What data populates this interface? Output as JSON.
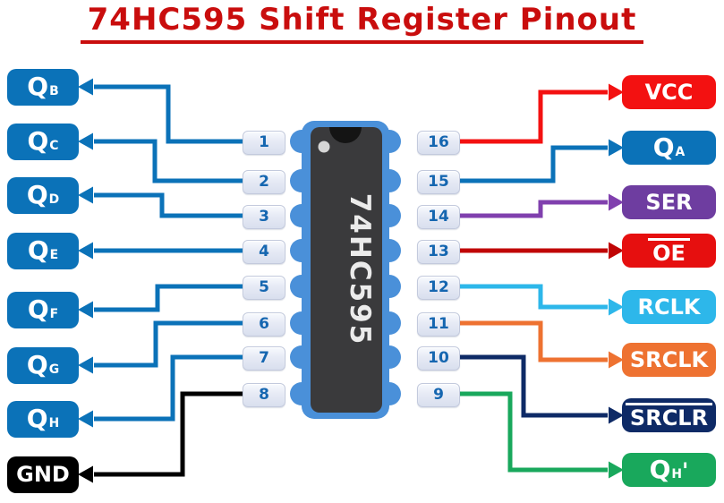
{
  "title": {
    "text": "74HC595 Shift Register Pinout",
    "color": "#c90d0d"
  },
  "chip": {
    "label": "74HC595",
    "outline_color": "#4a90d9",
    "body_color": "#3a3a3c",
    "notch_color": "#141414",
    "dot_color": "#d6d6d6",
    "label_color": "#ebebeb"
  },
  "pins": {
    "number_color": "#1566b0"
  },
  "left_signals": [
    {
      "pin": "1",
      "name": "Q",
      "sub": "B",
      "box_color": "#0b72b8",
      "wire_color": "#0b72b8"
    },
    {
      "pin": "2",
      "name": "Q",
      "sub": "C",
      "box_color": "#0b72b8",
      "wire_color": "#0b72b8"
    },
    {
      "pin": "3",
      "name": "Q",
      "sub": "D",
      "box_color": "#0b72b8",
      "wire_color": "#0b72b8"
    },
    {
      "pin": "4",
      "name": "Q",
      "sub": "E",
      "box_color": "#0b72b8",
      "wire_color": "#0b72b8"
    },
    {
      "pin": "5",
      "name": "Q",
      "sub": "F",
      "box_color": "#0b72b8",
      "wire_color": "#0b72b8"
    },
    {
      "pin": "6",
      "name": "Q",
      "sub": "G",
      "box_color": "#0b72b8",
      "wire_color": "#0b72b8"
    },
    {
      "pin": "7",
      "name": "Q",
      "sub": "H",
      "box_color": "#0b72b8",
      "wire_color": "#0b72b8"
    },
    {
      "pin": "8",
      "name": "GND",
      "box_color": "#000000",
      "wire_color": "#000000"
    }
  ],
  "right_signals": [
    {
      "pin": "16",
      "name": "VCC",
      "box_color": "#f31111",
      "wire_color": "#f31111"
    },
    {
      "pin": "15",
      "name": "Q",
      "sub": "A",
      "box_color": "#0b72b8",
      "wire_color": "#0b72b8"
    },
    {
      "pin": "14",
      "name": "SER",
      "box_color": "#6e3da0",
      "wire_color": "#8040ae"
    },
    {
      "pin": "13",
      "name": "OE",
      "overline": true,
      "box_color": "#e60f0f",
      "wire_color": "#c00505"
    },
    {
      "pin": "12",
      "name": "RCLK",
      "box_color": "#2db7ea",
      "wire_color": "#2db7ea"
    },
    {
      "pin": "11",
      "name": "SRCLK",
      "box_color": "#ee7231",
      "wire_color": "#ee7231"
    },
    {
      "pin": "10",
      "name": "SRCLR",
      "overline": true,
      "box_color": "#0e2a66",
      "wire_color": "#0e2a66"
    },
    {
      "pin": "9",
      "name": "Q",
      "sub": "H",
      "suffix": "'",
      "box_color": "#19a85c",
      "wire_color": "#19a85c"
    }
  ]
}
